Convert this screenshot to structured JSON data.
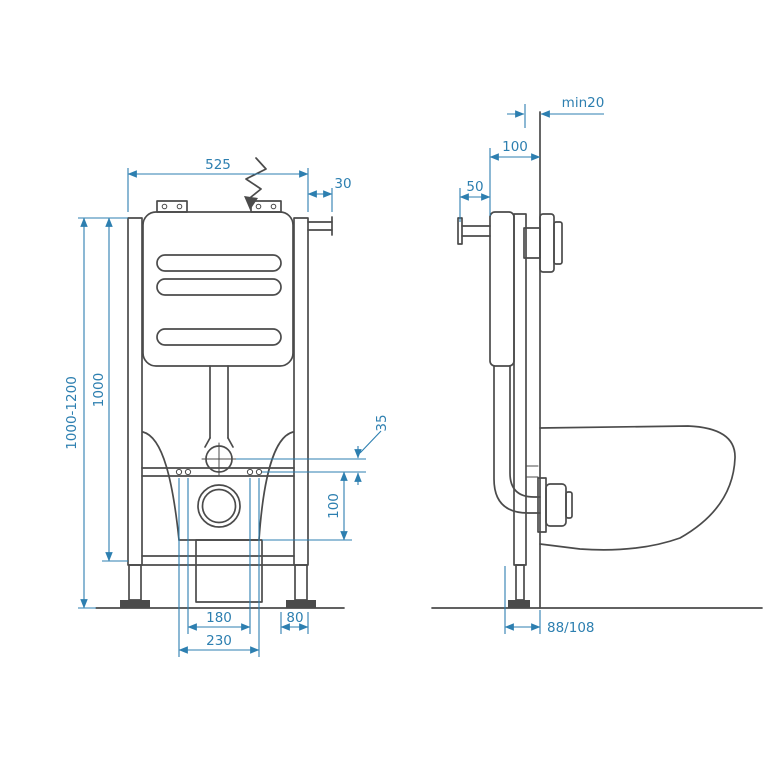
{
  "drawing": {
    "type": "installation-frame-technical-drawing",
    "colors": {
      "line": "#4b4b4b",
      "dimension": "#2d7fb0",
      "background": "#ffffff"
    }
  },
  "front_view": {
    "dims": {
      "width": "525",
      "bracket_offset": "30",
      "height_range": "1000-1200",
      "frame_height": "1000",
      "flush_to_fix": "35",
      "fix_to_outlet": "100",
      "fixing_spacing": "180",
      "edge_offset": "80",
      "outer_spacing": "230"
    }
  },
  "side_view": {
    "dims": {
      "wall_min": "min20",
      "frame_depth": "100",
      "bracket_depth": "50",
      "outlet_height": "88/108"
    }
  }
}
